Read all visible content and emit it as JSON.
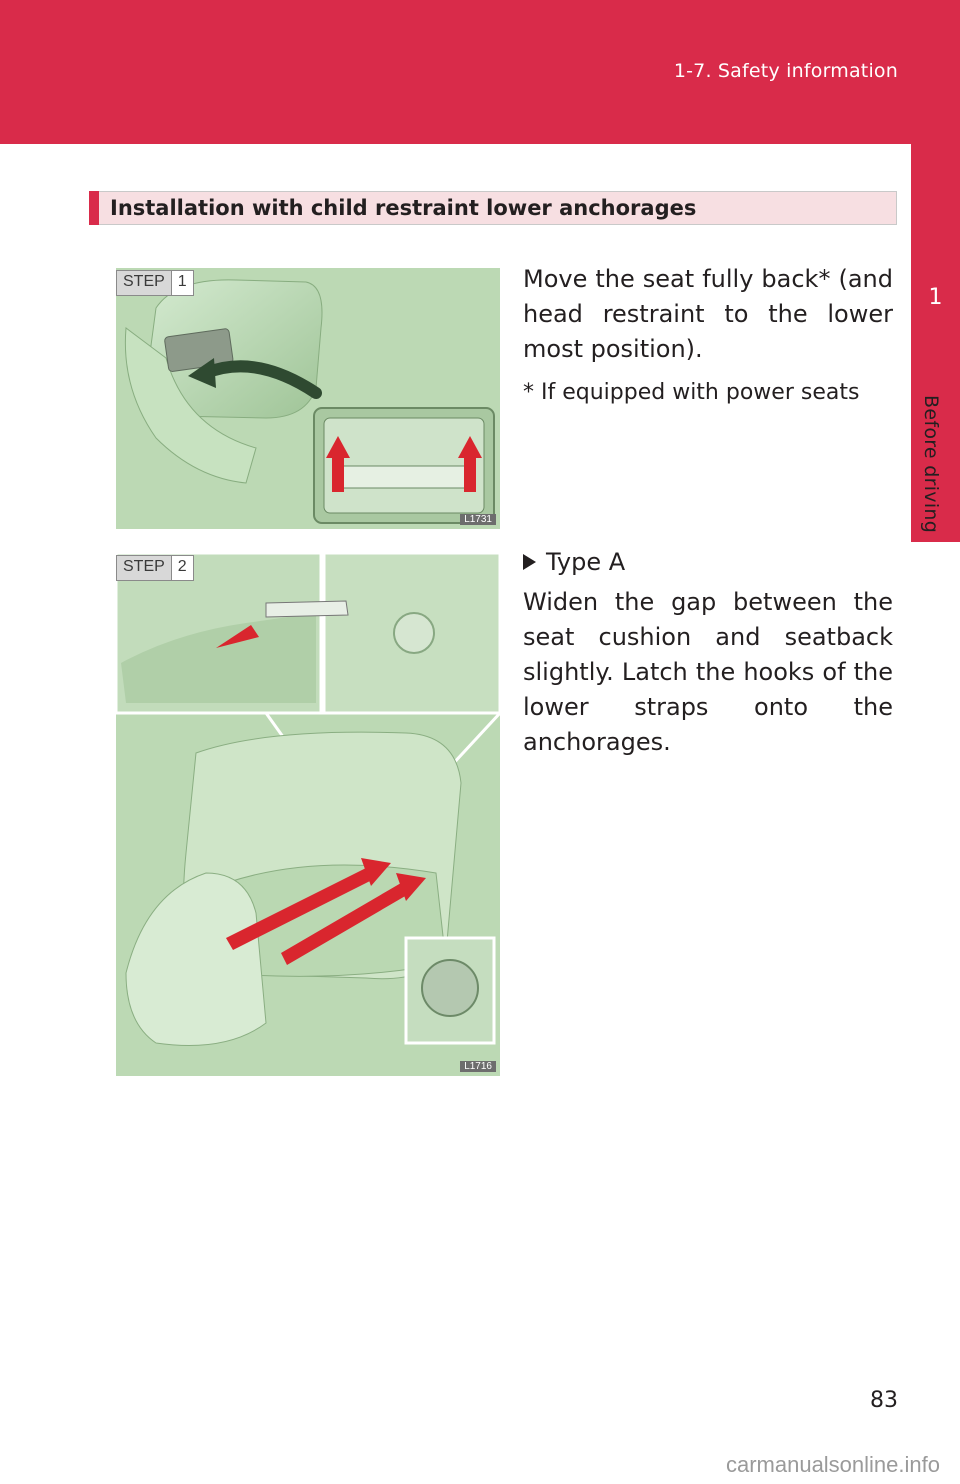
{
  "header": {
    "section": "1-7. Safety information"
  },
  "side_tab": {
    "chapter_number": "1",
    "chapter_label": "Before driving"
  },
  "section": {
    "title": "Installation with child restraint lower anchorages"
  },
  "step1": {
    "badge_label": "STEP",
    "badge_number": "1",
    "text": "Move the seat fully back* (and head restraint to the lower most position).",
    "note": "* If equipped with power seats",
    "figure_code": "L1731"
  },
  "step2": {
    "badge_label": "STEP",
    "badge_number": "2",
    "type": "Type A",
    "text": "Widen the gap between the seat cushion and seatback slightly. Latch the hooks of the lower straps onto the anchorages.",
    "figure_code": "L1716"
  },
  "footer": {
    "page_number": "83",
    "watermark": "carmanualsonline.info"
  },
  "colors": {
    "accent": "#d92b4a",
    "figure_bg": "#bcd9b4",
    "arrow": "#d9262e"
  }
}
